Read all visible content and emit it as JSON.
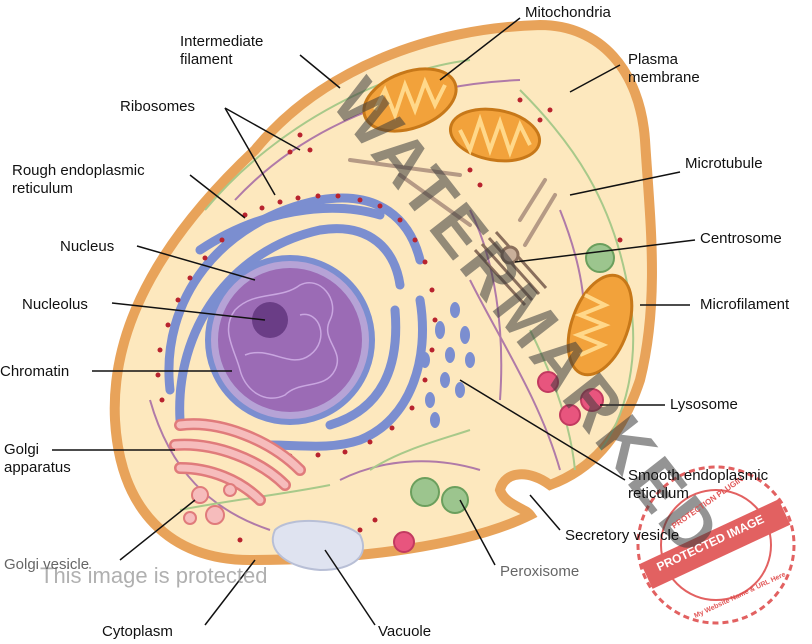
{
  "labels": {
    "mitochondria": "Mitochondria",
    "intermediate_filament": "Intermediate\nfilament",
    "plasma_membrane": "Plasma\nmembrane",
    "ribosomes": "Ribosomes",
    "rough_er": "Rough endoplasmic\nreticulum",
    "microtubule": "Microtubule",
    "nucleus": "Nucleus",
    "centrosome": "Centrosome",
    "nucleolus": "Nucleolus",
    "microfilament": "Microfilament",
    "chromatin": "Chromatin",
    "lysosome": "Lysosome",
    "golgi_apparatus": "Golgi\napparatus",
    "smooth_er": "Smooth endoplasmic\nreticulum",
    "secretory_vesicle": "Secretory vesicle",
    "golgi_vesicle": "Golgi vesicle",
    "peroxisome": "Peroxisome",
    "cytoplasm": "Cytoplasm",
    "vacuole": "Vacuole"
  },
  "watermarks": {
    "main": "WATERMARKED",
    "protected": "This image is protected",
    "stamp_center": "PROTECTED IMAGE",
    "stamp_top": "PROTECTION PLUGIN",
    "stamp_bottom": "My Website Name & URL Here"
  },
  "colors": {
    "cytoplasm": "#fde8be",
    "membrane": "#e8a35a",
    "nucleus": "#9b6bb5",
    "nucleolus": "#6a3d86",
    "er": "#7b8ed0",
    "ribosome": "#b8232e",
    "mitochondria": "#f2a23b",
    "golgi": "#f3a3a3",
    "lysosome": "#e8557e",
    "peroxisome": "#9cc58e",
    "vacuole": "#dfe3f0",
    "stamp": "#de4646"
  }
}
